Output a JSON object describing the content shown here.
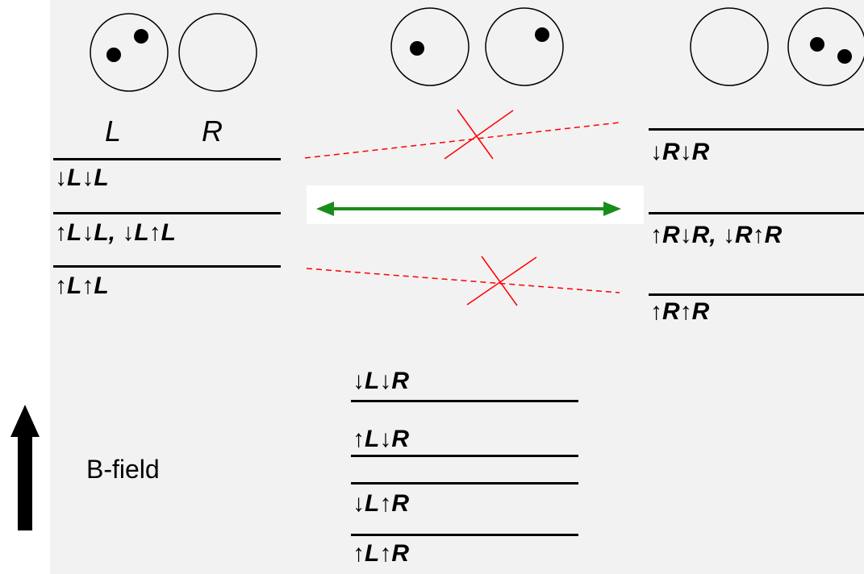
{
  "headers": {
    "left": "L",
    "right": "R"
  },
  "left_states": [
    "↓L↓L",
    "↑L↓L,  ↓L↑L",
    "↑L↑L"
  ],
  "right_states": [
    "↓R↓R",
    "↑R↓R,  ↓R↑R",
    "↑R↑R"
  ],
  "middle_states": [
    "↓L↓R",
    "↑L↓R",
    "↓L↑R",
    "↑L↑R"
  ],
  "field_label": "B-field",
  "colors": {
    "forbidden": "#ff0000",
    "allowed": "#1a8c1a",
    "panel": "#f2f2f2"
  },
  "transitions": [
    {
      "from": "↓L↓L",
      "to": "↓R↓R",
      "allowed": false
    },
    {
      "from": "↑L↓L,  ↓L↑L",
      "to": "↑R↓R,  ↓R↑R",
      "allowed": true
    },
    {
      "from": "↑L↑L",
      "to": "↑R↑R",
      "allowed": false
    }
  ],
  "dot_configurations": [
    {
      "left_dots": 2,
      "right_dots": 0
    },
    {
      "left_dots": 1,
      "right_dots": 1
    },
    {
      "left_dots": 0,
      "right_dots": 2
    }
  ]
}
